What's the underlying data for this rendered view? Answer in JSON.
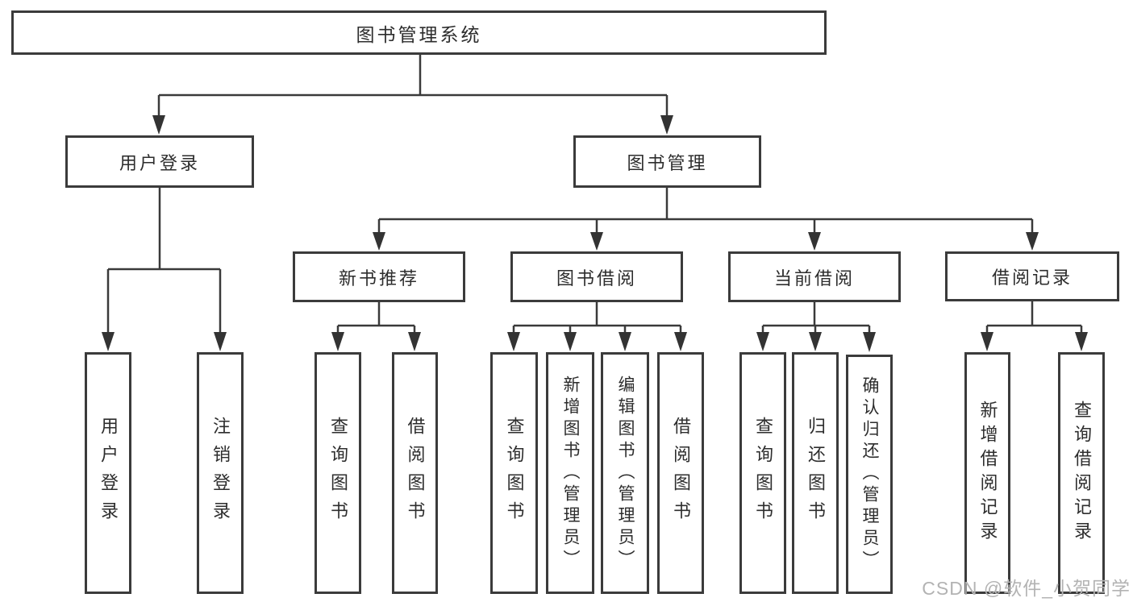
{
  "tree": {
    "label": "图书管理系统",
    "children": [
      {
        "label": "用户登录",
        "children": [
          {
            "label": "用户登录"
          },
          {
            "label": "注销登录"
          }
        ]
      },
      {
        "label": "图书管理",
        "children": [
          {
            "label": "新书推荐",
            "children": [
              {
                "label": "查询图书"
              },
              {
                "label": "借阅图书"
              }
            ]
          },
          {
            "label": "图书借阅",
            "children": [
              {
                "label": "查询图书"
              },
              {
                "label": "新增图书（管理员）"
              },
              {
                "label": "编辑图书（管理员）"
              },
              {
                "label": "借阅图书"
              }
            ]
          },
          {
            "label": "当前借阅",
            "children": [
              {
                "label": "查询图书"
              },
              {
                "label": "归还图书"
              },
              {
                "label": "确认归还（管理员）"
              }
            ]
          },
          {
            "label": "借阅记录",
            "children": [
              {
                "label": "新增借阅记录"
              },
              {
                "label": "查询借阅记录"
              }
            ]
          }
        ]
      }
    ]
  },
  "watermark": "CSDN @软件_小贺同学",
  "colors": {
    "line": "#3a3a3a",
    "box_border": "#3b3b3b",
    "text": "#2d2d2d",
    "box_background": "#ffffff",
    "page_background": "#ffffff",
    "watermark": "#b3b3b3"
  }
}
